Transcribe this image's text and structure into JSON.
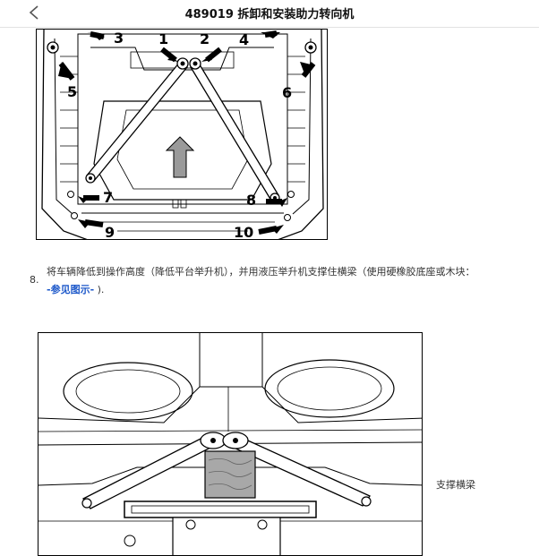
{
  "header": {
    "title": "489019 拆卸和安装助力转向机"
  },
  "figure1": {
    "labels": [
      "1",
      "2",
      "3",
      "4",
      "5",
      "6",
      "7",
      "8",
      "9",
      "10"
    ]
  },
  "step": {
    "number": "8.",
    "text": "将车辆降低到操作高度（降低平台举升机），并用液压举升机支撑住横梁（使用硬橡胶底座或木块：",
    "link": "-参见图示-",
    "suffix": ")."
  },
  "figure2": {
    "callout": "支撑横梁"
  }
}
